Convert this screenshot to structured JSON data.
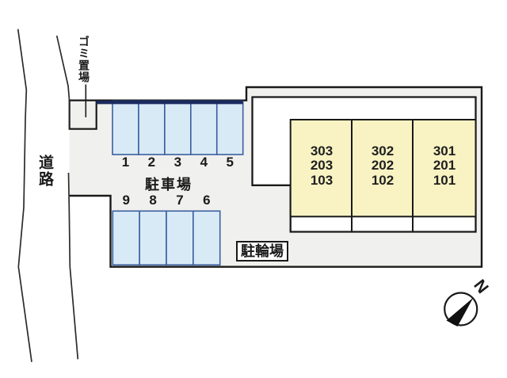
{
  "labels": {
    "road": "道路",
    "garbage_area": "ゴミ置場",
    "parking_lot": "駐車場",
    "bicycle_parking": "駐輪場"
  },
  "parking": {
    "row1_labels": [
      "1",
      "2",
      "3",
      "4",
      "5"
    ],
    "row2_labels": [
      "9",
      "8",
      "7",
      "6"
    ]
  },
  "building": {
    "units": [
      {
        "lines": [
          "303",
          "203",
          "103"
        ]
      },
      {
        "lines": [
          "302",
          "202",
          "102"
        ]
      },
      {
        "lines": [
          "301",
          "201",
          "101"
        ]
      }
    ]
  },
  "compass": {
    "north_label": "N"
  },
  "colors": {
    "site_fill": "#f0f0ee",
    "stall_fill": "#d9eaf7",
    "stall_border": "#3a5f9e",
    "navy_band": "#1b2a5e",
    "unit_fill": "#f9f3c3",
    "building_fill": "#ffffff",
    "outline": "#1a1a1a"
  }
}
